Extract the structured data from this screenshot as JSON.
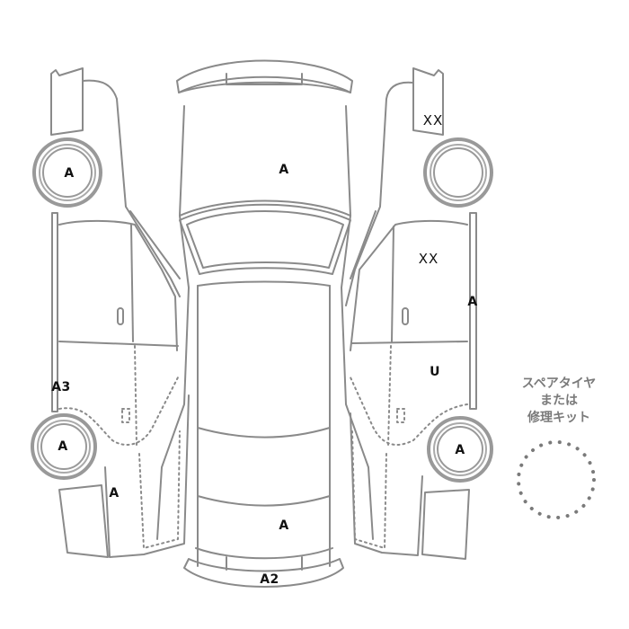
{
  "diagram": {
    "title": "Vehicle condition inspection diagram",
    "views": [
      "left-side",
      "top",
      "right-side"
    ],
    "line_color": "#8a8a8a",
    "label_color": "#111111",
    "spare_text_color": "#7a7a7a"
  },
  "labels": {
    "left_front_wheel": "A",
    "left_rear_panel": "A3",
    "left_rear_wheel": "A",
    "left_rear_bumper": "A",
    "hood": "A",
    "trunk": "A",
    "rear_bumper": "A2",
    "right_front_fender": "XX",
    "right_front_door": "XX",
    "right_pillar": "A",
    "right_rear_door": "U",
    "right_rear_wheel": "A"
  },
  "spare": {
    "line1": "スペアタイヤ",
    "line2": "または",
    "line3": "修理キット",
    "icon": "dotted-circle-icon"
  }
}
